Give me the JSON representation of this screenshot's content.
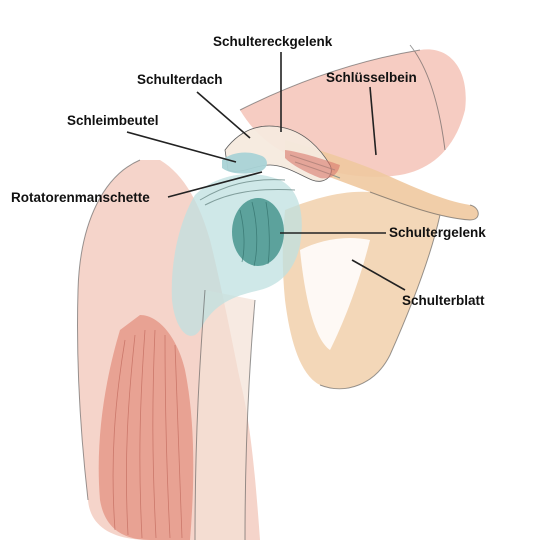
{
  "labels": {
    "acromioclavicular_joint": "Schultereckgelenk",
    "acromion": "Schulterdach",
    "clavicle": "Schlüsselbein",
    "bursa": "Schleimbeutel",
    "rotator_cuff": "Rotatorenmanschette",
    "glenohumeral_joint": "Schultergelenk",
    "scapula": "Schulterblatt"
  },
  "colors": {
    "muscle": "#e8a89a",
    "muscle_dark": "#d9786c",
    "bone": "#efc9a0",
    "cartilage": "#a9d3d6",
    "joint_head": "#4f9a93",
    "line": "#222222"
  }
}
